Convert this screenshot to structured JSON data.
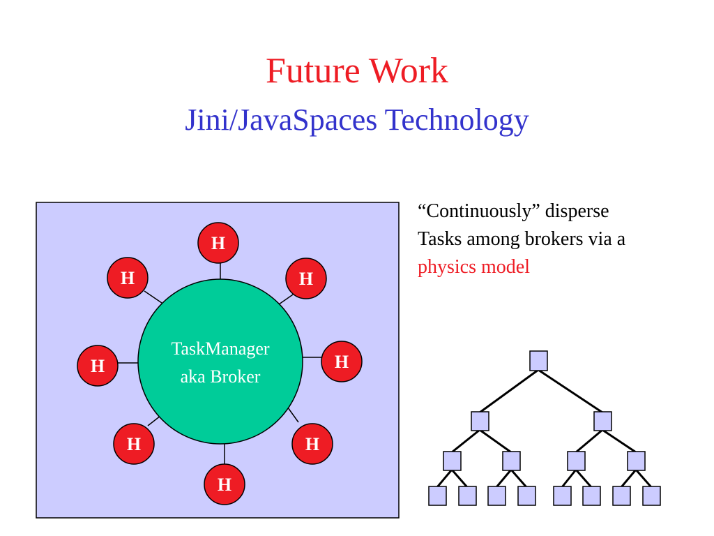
{
  "slide": {
    "title": "Future Work",
    "subtitle": "Jini/JavaSpaces Technology"
  },
  "colors": {
    "title": "#ee1c24",
    "subtitle": "#3333cc",
    "panel_fill": "#ccccff",
    "broker_fill": "#00cc99",
    "host_fill": "#ee1c24",
    "tree_node_fill": "#ccccff",
    "text": "#000000"
  },
  "description": {
    "line1": "“Continuously” disperse",
    "line2": "Tasks among brokers via a",
    "highlight": "physics model"
  },
  "broker": {
    "line1": "TaskManager",
    "line2": "aka Broker"
  },
  "hosts": [
    {
      "id": "top",
      "label": "H"
    },
    {
      "id": "upper-right",
      "label": "H"
    },
    {
      "id": "right",
      "label": "H"
    },
    {
      "id": "lower-right",
      "label": "H"
    },
    {
      "id": "bottom",
      "label": "H"
    },
    {
      "id": "lower-left",
      "label": "H"
    },
    {
      "id": "left",
      "label": "H"
    },
    {
      "id": "upper-left",
      "label": "H"
    }
  ]
}
